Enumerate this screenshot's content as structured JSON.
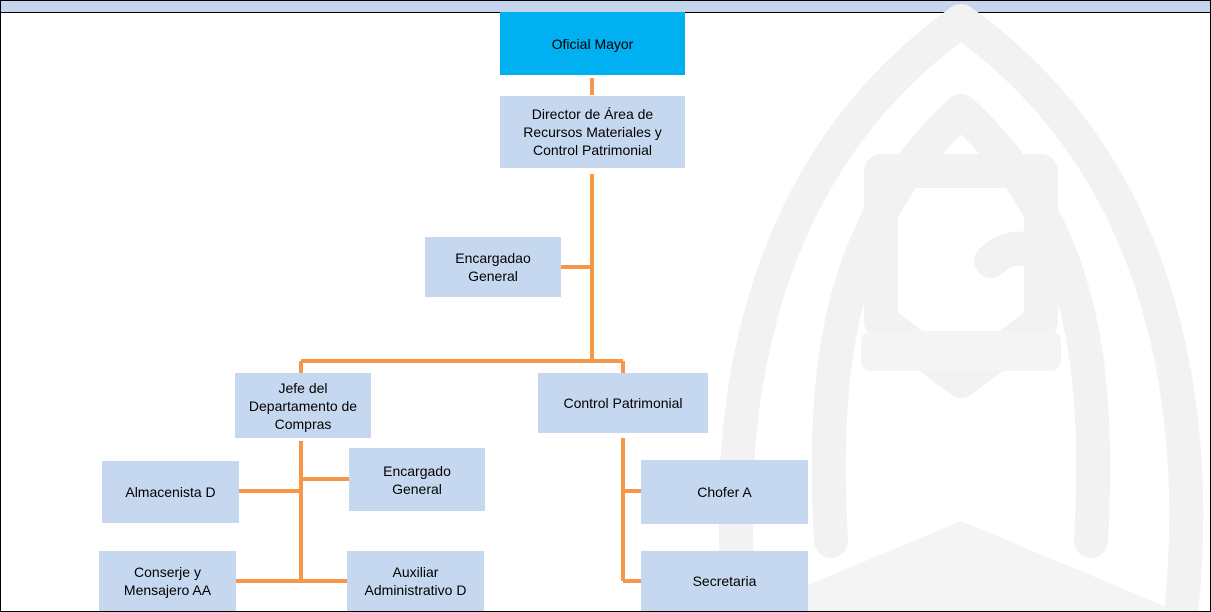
{
  "org_chart": {
    "root": "Oficial Mayor",
    "director": "Director de Área de\nRecursos Materiales y\nControl  Patrimonial",
    "encargado_general_top": "Encargadao\nGeneral",
    "jefe_compras": "Jefe del\nDepartamento de\nCompras",
    "control_patrimonial": "Control Patrimonial",
    "almacenista": "Almacenista D",
    "encargado_general_bottom": "Encargado\nGeneral",
    "conserje": "Conserje y\nMensajero AA",
    "auxiliar": "Auxiliar\nAdministrativo D",
    "chofer": "Chofer A",
    "secretaria": "Secretaria"
  },
  "colors": {
    "root_fill": "#00b0f0",
    "node_fill": "#c6d8f0",
    "connector": "#f79646",
    "header_band": "#c6d4ec",
    "watermark": "#f2f2f2"
  }
}
